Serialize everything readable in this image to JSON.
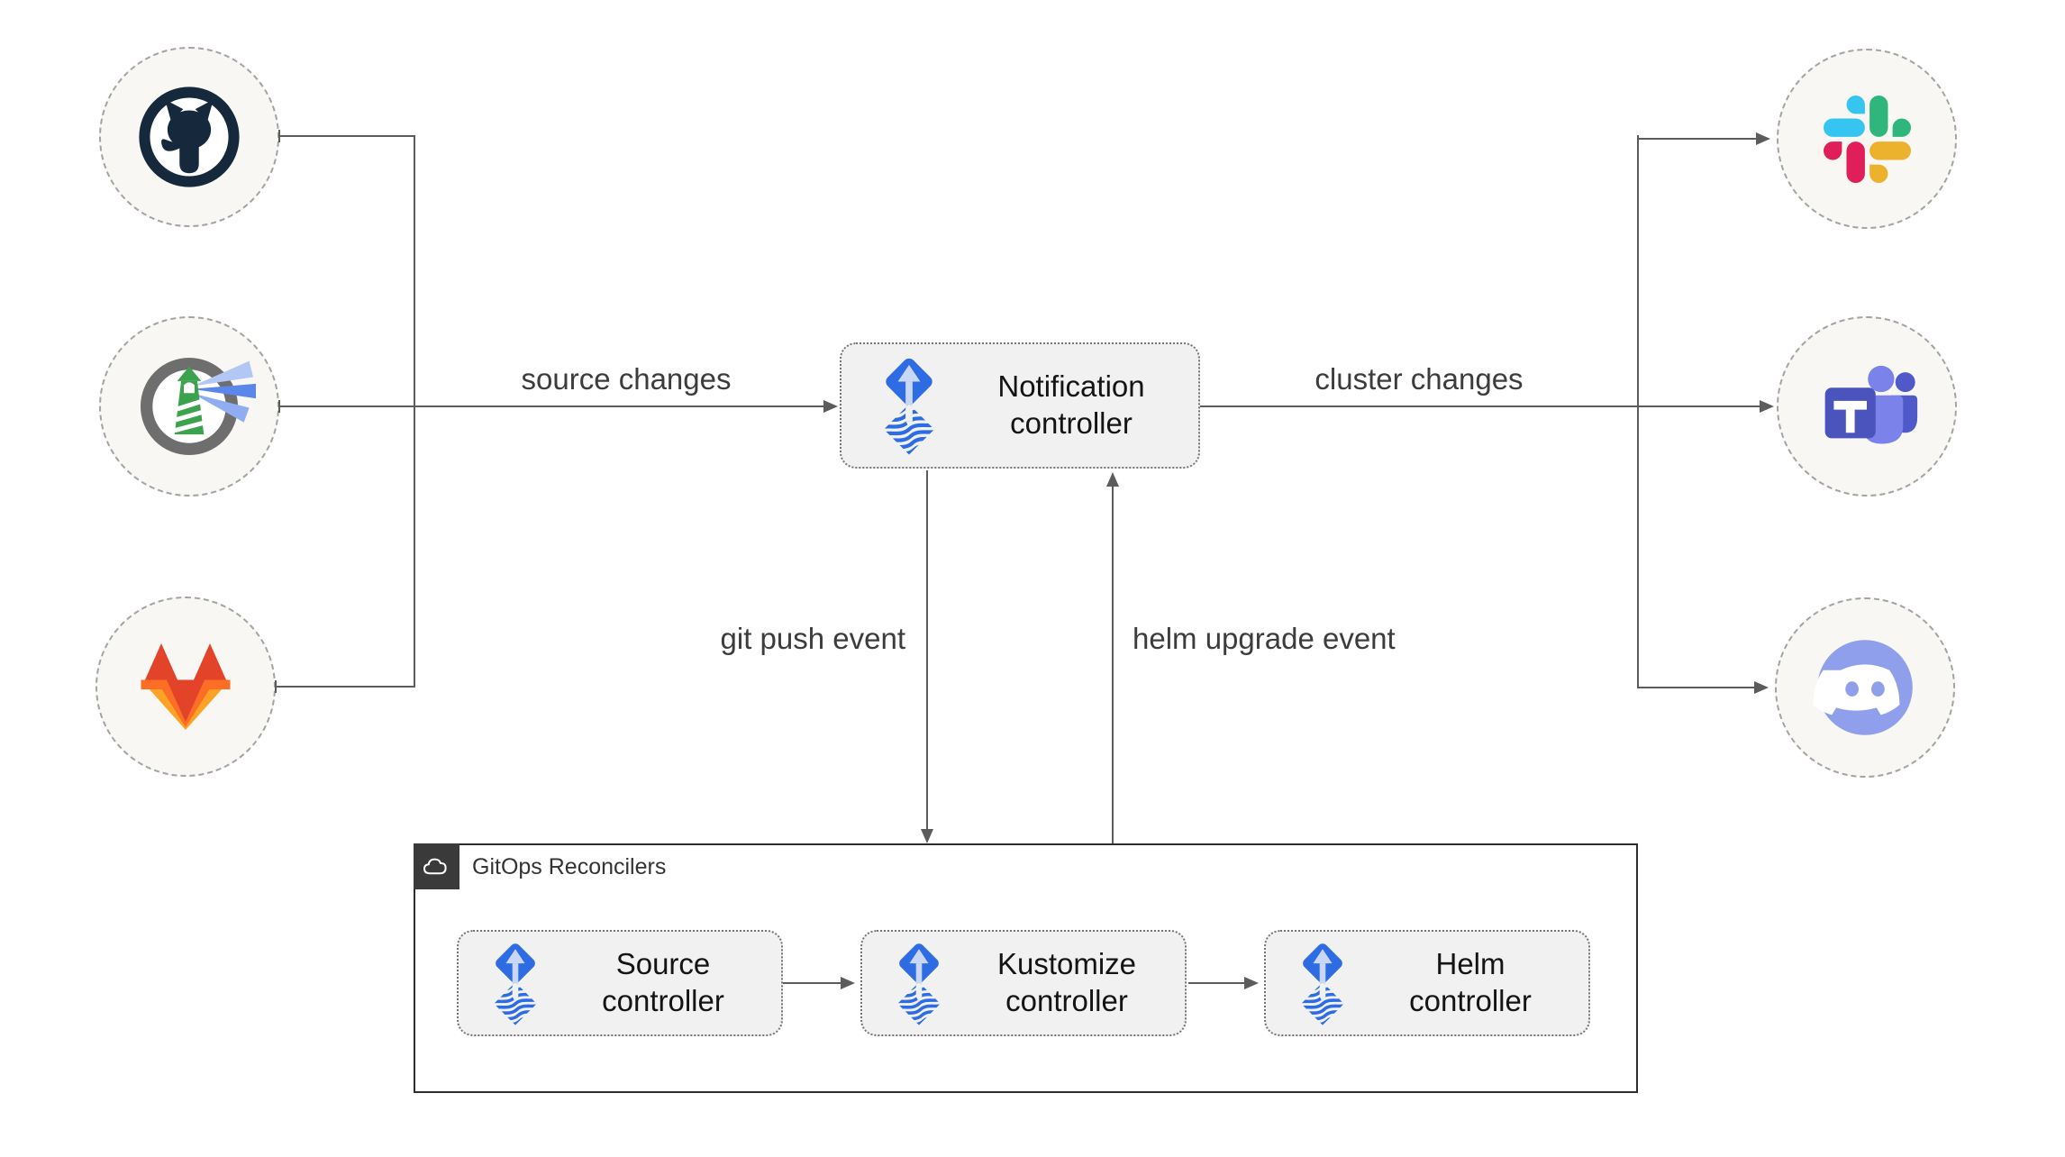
{
  "nodes": {
    "notification": {
      "line1": "Notification",
      "line2": "controller"
    },
    "source": {
      "line1": "Source",
      "line2": "controller"
    },
    "kustomize": {
      "line1": "Kustomize",
      "line2": "controller"
    },
    "helm": {
      "line1": "Helm",
      "line2": "controller"
    }
  },
  "group": {
    "title": "GitOps Reconcilers",
    "icon": "cloud-icon"
  },
  "edges": {
    "source_changes": "source changes",
    "cluster_changes": "cluster changes",
    "git_push_event": "git push event",
    "helm_upgrade_event": "helm upgrade event"
  },
  "sources": [
    {
      "icon": "github-icon",
      "label": "GitHub"
    },
    {
      "icon": "harbor-icon",
      "label": "Harbor"
    },
    {
      "icon": "gitlab-icon",
      "label": "GitLab"
    }
  ],
  "targets": [
    {
      "icon": "slack-icon",
      "label": "Slack"
    },
    {
      "icon": "teams-icon",
      "label": "Microsoft Teams"
    },
    {
      "icon": "discord-icon",
      "label": "Discord"
    }
  ],
  "colors": {
    "flux_blue": "#2e6ce4",
    "flux_arrow": "#c9d7f7",
    "edge_line": "#5c5c5c",
    "node_bg": "#f1f1f1",
    "circle_bg": "#f8f7f4",
    "group_border": "#2e2e2e",
    "badge_bg": "#3a3a3a",
    "github": "#16293c",
    "harbor_green": "#3da24e",
    "gitlab": [
      "#e24329",
      "#fc6d26",
      "#fca326"
    ],
    "slack": [
      "#36c5f0",
      "#2eb67d",
      "#ecb22e",
      "#e01e5a"
    ],
    "teams": [
      "#4b53bc",
      "#7b83eb",
      "#5059c9"
    ],
    "discord": "#8f9fec"
  }
}
